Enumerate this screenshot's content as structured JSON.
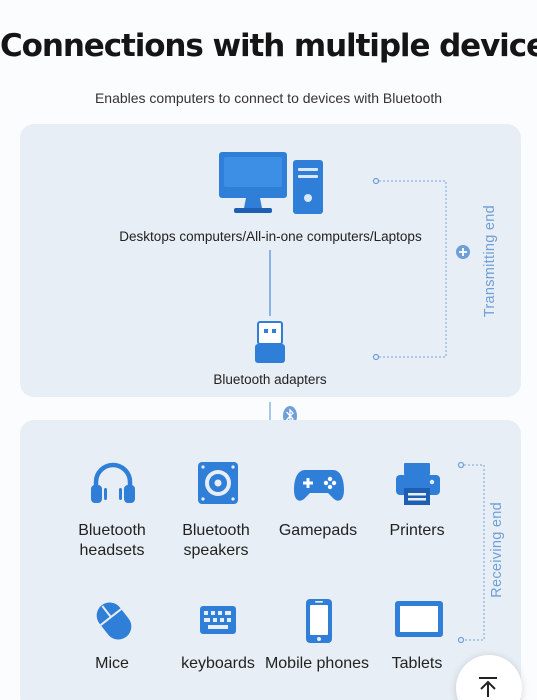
{
  "header": {
    "title": "Connections with multiple devices",
    "subtitle": "Enables computers to connect to devices with Bluetooth"
  },
  "transmitting": {
    "side_label": "Transmitting end",
    "computer_label": "Desktops computers/All-in-one computers/Laptops",
    "adapter_label": "Bluetooth adapters"
  },
  "receiving": {
    "side_label": "Receiving end",
    "items": [
      {
        "label": "Bluetooth headsets",
        "icon": "headphones-icon"
      },
      {
        "label": "Bluetooth speakers",
        "icon": "speaker-icon"
      },
      {
        "label": "Gamepads",
        "icon": "gamepad-icon"
      },
      {
        "label": "Printers",
        "icon": "printer-icon"
      },
      {
        "label": "Mice",
        "icon": "mouse-icon"
      },
      {
        "label": "keyboards",
        "icon": "keyboard-icon"
      },
      {
        "label": "Mobile phones",
        "icon": "mobile-phone-icon"
      },
      {
        "label": "Tablets",
        "icon": "tablet-icon"
      }
    ]
  },
  "colors": {
    "accent": "#2f7fd9",
    "accent_dark": "#1e5fb3",
    "panel": "#e8eef5",
    "line": "#8ab3e3"
  }
}
